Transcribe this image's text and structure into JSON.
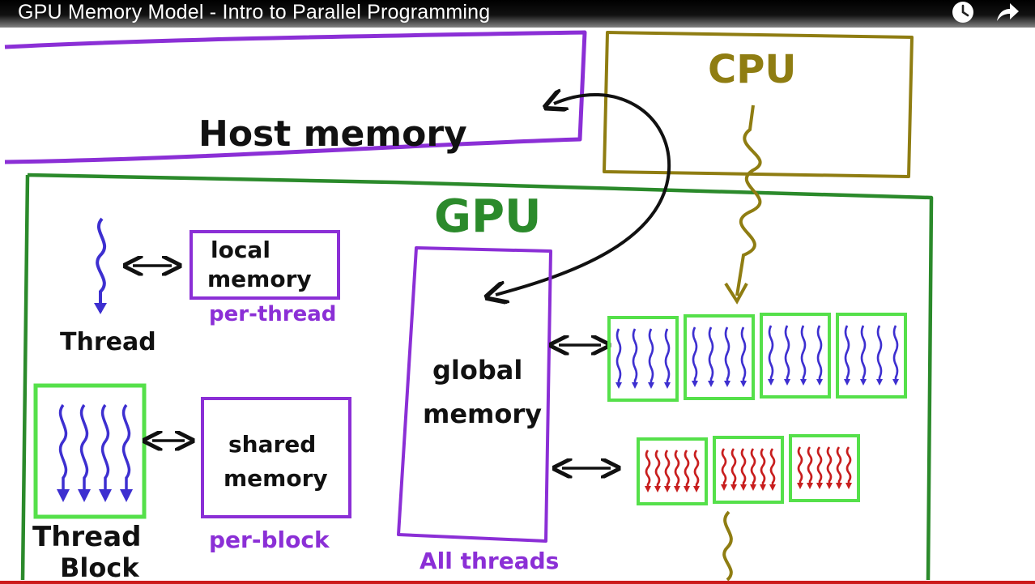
{
  "video": {
    "title": "GPU Memory Model - Intro to Parallel Programming",
    "watch_later_icon": "clock-icon",
    "share_icon": "share-arrow-icon"
  },
  "diagram": {
    "host_memory": "Host memory",
    "cpu": "CPU",
    "gpu": "GPU",
    "thread": "Thread",
    "local_memory_line1": "local",
    "local_memory_line2": "memory",
    "per_thread": "per-thread",
    "thread_block_line1": "Thread",
    "thread_block_line2": "Block",
    "shared_memory_line1": "shared",
    "shared_memory_line2": "memory",
    "per_block": "per-block",
    "global_memory_line1": "global",
    "global_memory_line2": "memory",
    "all_threads": "All threads"
  },
  "colors": {
    "purple": "#8b2fd6",
    "green": "#2b8a2b",
    "bright_green": "#55e04a",
    "olive": "#8f7d12",
    "blue": "#3d2fd0",
    "red": "#c81e1e",
    "ink": "#111111"
  }
}
